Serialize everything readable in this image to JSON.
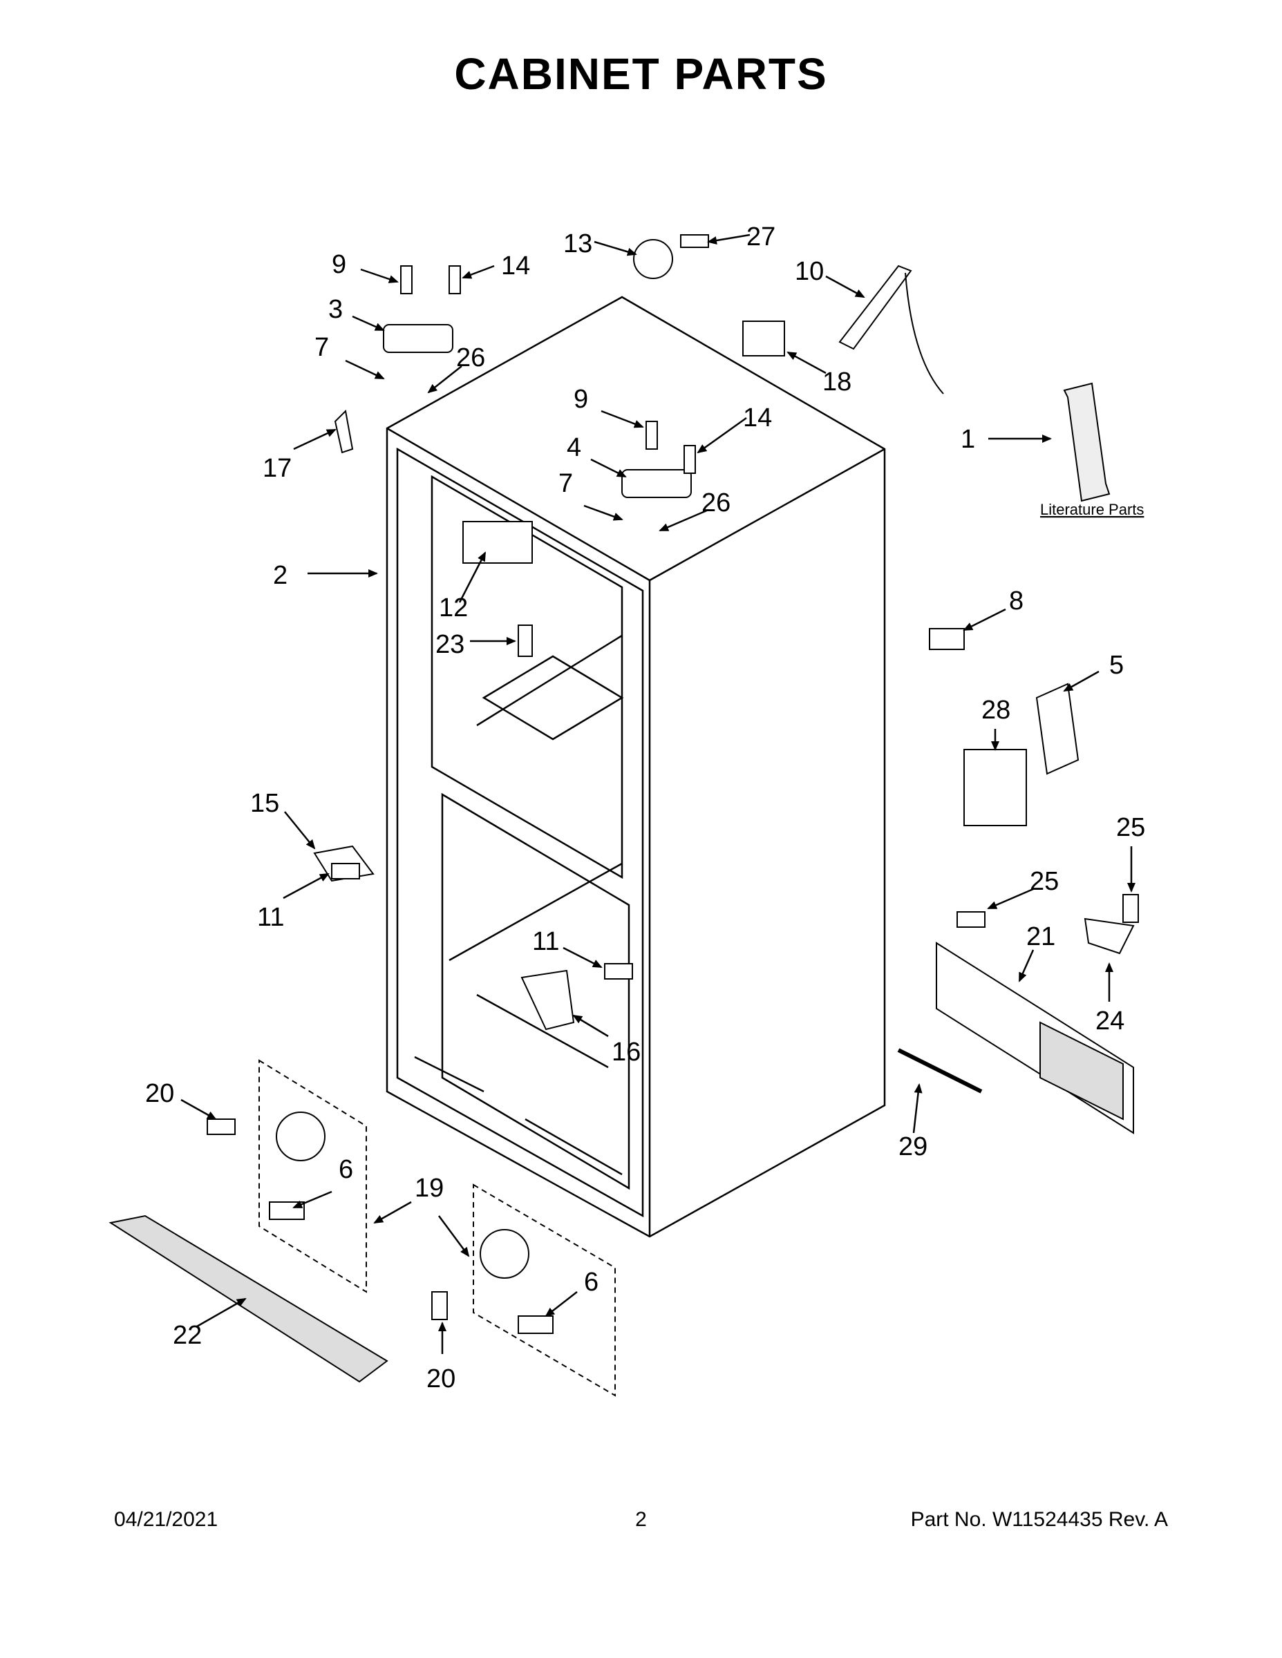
{
  "page": {
    "title": "CABINET PARTS",
    "footer": {
      "date": "04/21/2021",
      "page_number": "2",
      "part_number": "Part No.  W11524435  Rev.  A"
    }
  },
  "literature": {
    "label": "Literature Parts"
  },
  "callouts": [
    "9",
    "14",
    "3",
    "7",
    "26",
    "17",
    "2",
    "13",
    "27",
    "10",
    "18",
    "1",
    "9",
    "14",
    "4",
    "7",
    "26",
    "12",
    "23",
    "8",
    "5",
    "28",
    "15",
    "11",
    "25",
    "25",
    "21",
    "24",
    "11",
    "16",
    "20",
    "6",
    "19",
    "22",
    "6",
    "20",
    "29"
  ]
}
